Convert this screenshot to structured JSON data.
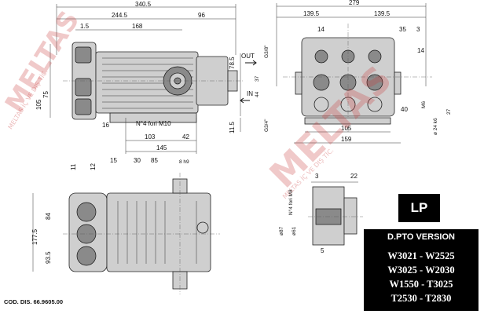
{
  "top_view_dims": {
    "overall_length": "340.5",
    "body_length": "244.5",
    "right_part": "96",
    "offset_left": "1.5",
    "head_length": "168",
    "height_right": "78.5",
    "height_left": "75",
    "height_left2": "105",
    "bottom_offset": "16",
    "foot_height": "11.5",
    "mount_holes_label": "N°4 fori M10",
    "foot_a": "103",
    "foot_b": "42",
    "foot_total": "145",
    "out_label": "OUT",
    "in_label": "IN",
    "out_thread": "G3/8\"",
    "in_thread": "G3/4\"",
    "vertical_a": "37",
    "vertical_b": "44"
  },
  "side_view_dims": {
    "overall_width": "279",
    "half_left": "139.5",
    "half_right": "139.5",
    "port_a": "14",
    "port_b": "35",
    "port_c": "3",
    "port_d": "14",
    "thread_m6": "M6",
    "bolt_a": "40",
    "shaft_dia": "ø 24 k6",
    "shaft_key": "27",
    "foot_width": "105",
    "base_width": "159"
  },
  "front_view_dims": {
    "dim_11": "11",
    "dim_12": "12",
    "dim_15": "15",
    "dim_30": "30",
    "dim_85": "85",
    "key_label": "8 h9",
    "height_84": "84",
    "height_1775": "177.5",
    "height_935": "93.5"
  },
  "flange_view_dims": {
    "top_a": "3",
    "top_b": "22",
    "holes_label": "N°4 fori M8",
    "pitch_dia": "ø87",
    "spigot_dia": "ø61",
    "bottom": "5"
  },
  "watermark": {
    "brand": "MELTAS",
    "subtitle": "MELTAS İÇ VE DIŞ TİC."
  },
  "badge": "LP",
  "version_box": {
    "title": "D.PTO VERSION",
    "models": [
      "W3021 - W2525",
      "W3025 - W2030",
      "W1550 - T3025",
      "T2530 - T2830"
    ]
  },
  "code": "COD. DIS. 66.9605.00"
}
